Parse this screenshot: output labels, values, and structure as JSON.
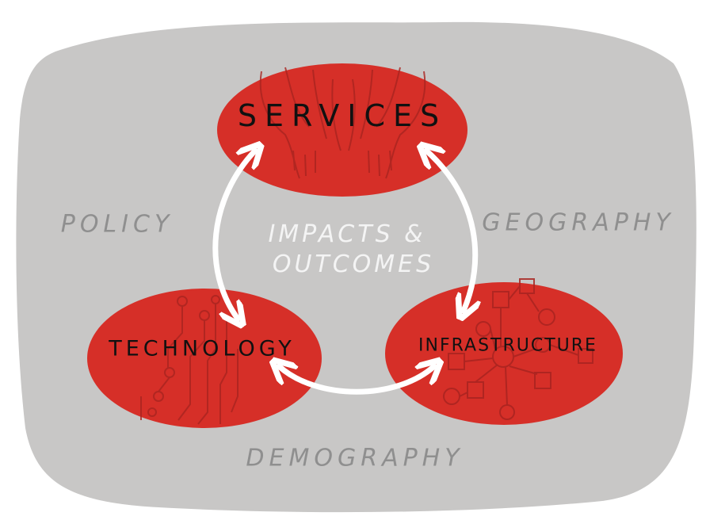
{
  "nodes": {
    "services": "SERVICES",
    "technology": "TECHNOLOGY",
    "infrastructure": "INFRASTRUCTURE"
  },
  "center": {
    "line1": "IMPACTS &",
    "line2": "OUTCOMES"
  },
  "context": {
    "left": "POLICY",
    "right": "GEOGRAPHY",
    "bottom": "DEMOGRAPHY"
  },
  "colors": {
    "background_blob": "#c8c7c6",
    "node_fill": "#d62f28",
    "arrows": "#ffffff",
    "context_text": "#8f8f8f",
    "node_text": "#111111"
  },
  "icons": {
    "services": "hands-icon",
    "technology": "circuit-icon",
    "infrastructure": "network-icon"
  }
}
